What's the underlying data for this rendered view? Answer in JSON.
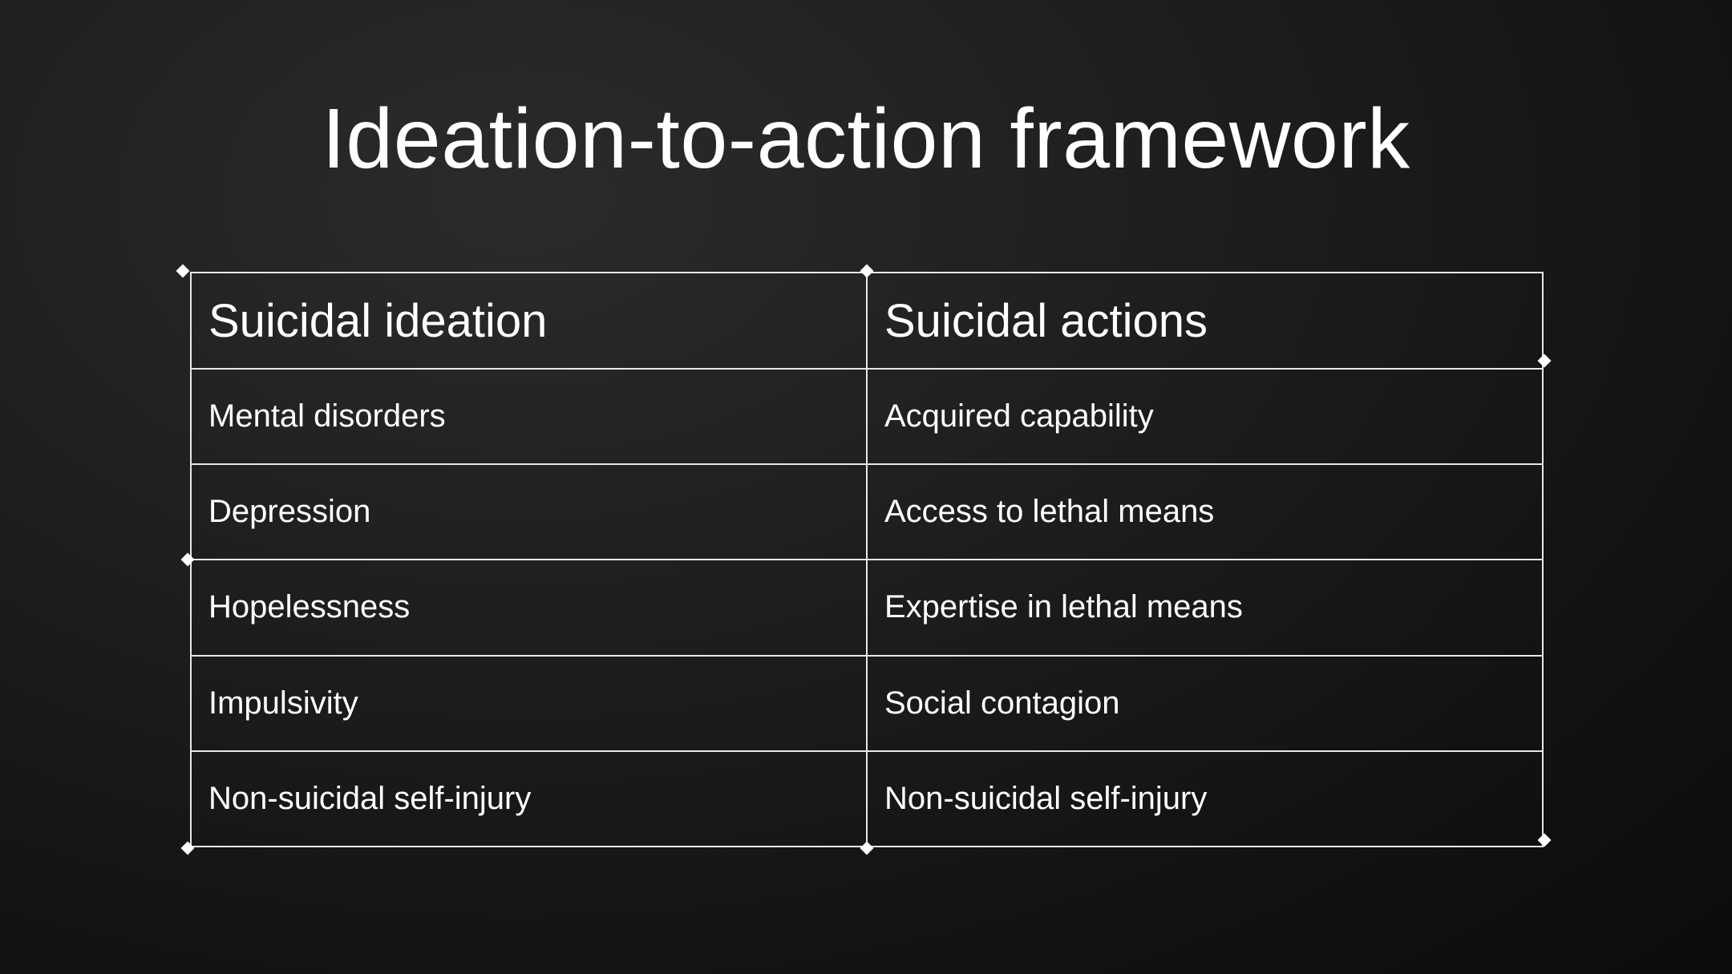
{
  "slide": {
    "title": "Ideation-to-action framework"
  },
  "table": {
    "headers": [
      "Suicidal ideation",
      "Suicidal actions"
    ],
    "rows": [
      [
        "Mental disorders",
        "Acquired capability"
      ],
      [
        "Depression",
        "Access to lethal means"
      ],
      [
        "Hopelessness",
        "Expertise in lethal means"
      ],
      [
        "Impulsivity",
        "Social contagion"
      ],
      [
        "Non-suicidal self-injury",
        "Non-suicidal self-injury"
      ]
    ]
  },
  "colors": {
    "background": "#1c1c1c",
    "text": "#ffffff",
    "border": "#e8e8e8"
  }
}
